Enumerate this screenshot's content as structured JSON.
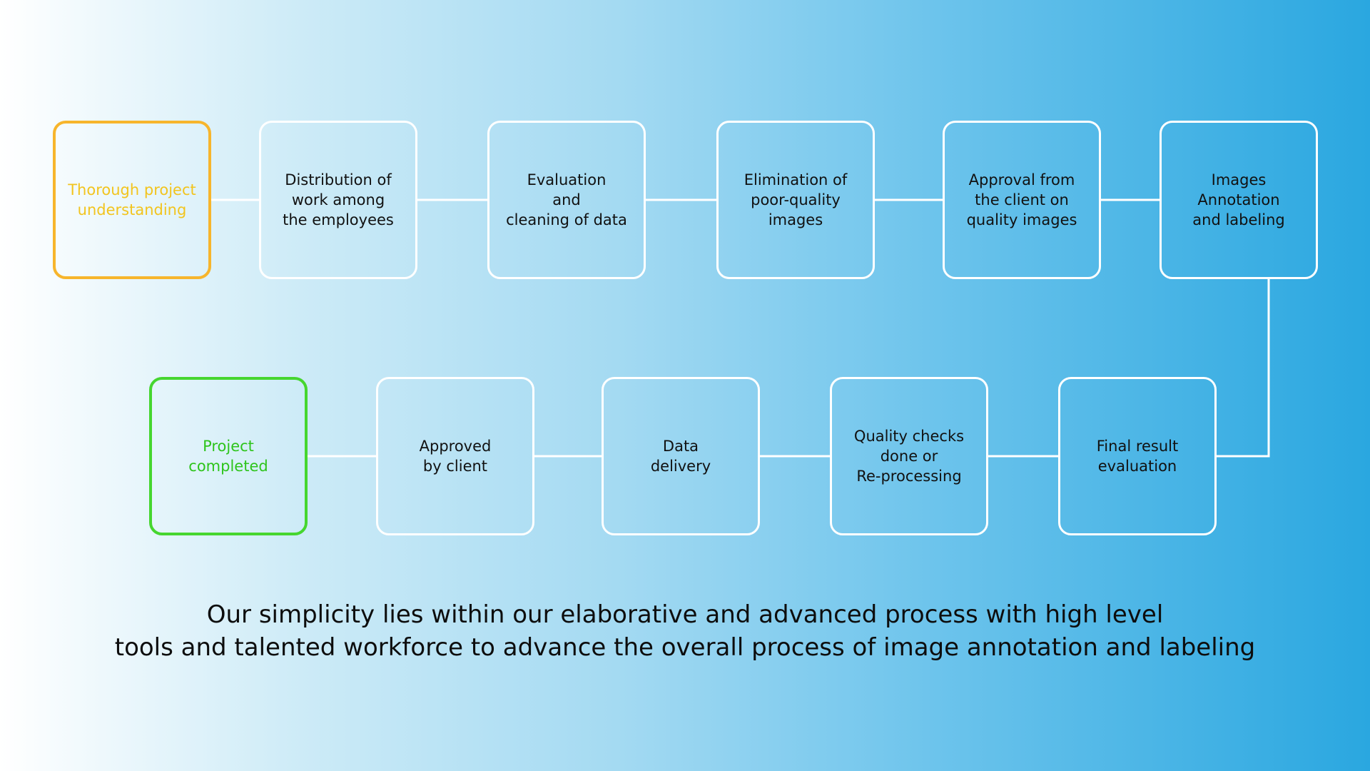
{
  "colors": {
    "start_border": "#f7b52c",
    "start_text": "#f2c41e",
    "end_border": "#46d62f",
    "end_text": "#2ec41c",
    "box_border": "#ffffff",
    "connector": "#ffffff"
  },
  "row1": [
    {
      "label": "Thorough project\nunderstanding"
    },
    {
      "label": "Distribution of\nwork among\nthe employees"
    },
    {
      "label": "Evaluation\nand\ncleaning of data"
    },
    {
      "label": "Elimination of\npoor-quality\nimages"
    },
    {
      "label": "Approval from\nthe client on\nquality images"
    },
    {
      "label": "Images\nAnnotation\nand labeling"
    }
  ],
  "row2": [
    {
      "label": "Project\ncompleted"
    },
    {
      "label": "Approved\nby client"
    },
    {
      "label": "Data\ndelivery"
    },
    {
      "label": "Quality checks\ndone or\nRe-processing"
    },
    {
      "label": "Final result\nevaluation"
    }
  ],
  "tagline": {
    "line1": "Our simplicity lies within our elaborative and advanced process with high level",
    "line2": "tools and talented workforce to advance the overall process of image annotation and labeling"
  }
}
